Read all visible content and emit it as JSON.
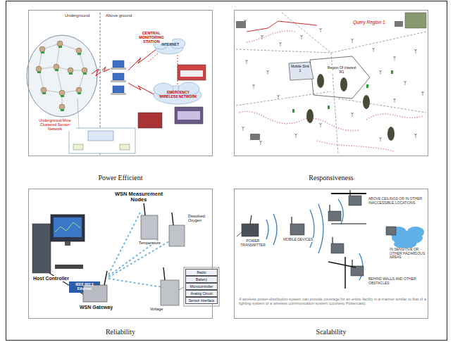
{
  "diagram": {
    "nodes": [
      {
        "text": [
          "Power Efficient"
        ]
      },
      {
        "text": [
          "Responsiveness"
        ]
      },
      {
        "text": [
          "Reliability"
        ]
      },
      {
        "text": [
          "Scalability"
        ]
      }
    ],
    "labels": [
      "Underground",
      "Above ground",
      "CENTRAL MONITORING STATION",
      "INTERNET",
      "EMERGENCY WIRELESS NETWORK",
      "Underground Mine Clustered Sensor Network",
      "Query Region 1",
      "Mobile Sink 1",
      "Region Of Interest R1",
      "WSN Measurement Nodes",
      "Temperature",
      "Dissolved Oxygen",
      "Host Controller",
      "IEEE 802.3 Ethernet",
      "WSN Gateway",
      "Voltage",
      "Radio",
      "Battery",
      "Microcontroller",
      "Analog Circuit",
      "Sensor Interface",
      "POWER TRANSMITTER",
      "MOBILE DEVICES",
      "ABOVE CEILINGS OR IN OTHER INACCESSIBLE LOCATIONS",
      "IN SENSITIVE OR OTHER HAZARDOUS AREAS",
      "BEHIND WALLS AND OTHER OBSTACLES",
      "A wireless power-distribution system can provide coverage for an entire facility in a manner similar to that of a lighting system or a wireless communication system (courtesy Powercast)."
    ]
  }
}
